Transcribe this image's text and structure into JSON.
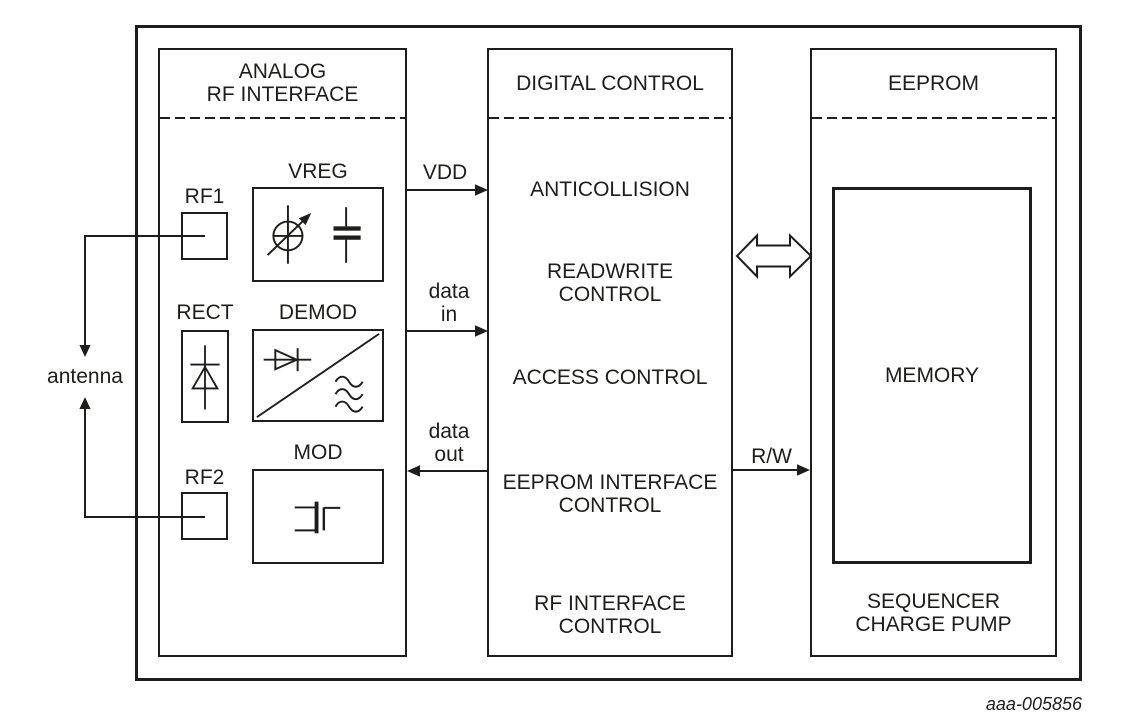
{
  "figure": {
    "caption": "aaa-005856"
  },
  "colors": {
    "ink": "#1d1d1b",
    "background": "#ffffff"
  },
  "blocks": {
    "analog": {
      "title": "ANALOG\nRF INTERFACE",
      "components": {
        "rf1": {
          "label": "RF1"
        },
        "vreg": {
          "label": "VREG"
        },
        "rect": {
          "label": "RECT"
        },
        "demod": {
          "label": "DEMOD"
        },
        "mod": {
          "label": "MOD"
        },
        "rf2": {
          "label": "RF2"
        }
      }
    },
    "digital": {
      "title": "DIGITAL CONTROL",
      "functions": [
        {
          "label": "ANTICOLLISION"
        },
        {
          "label": "READWRITE\nCONTROL"
        },
        {
          "label": "ACCESS CONTROL"
        },
        {
          "label": "EEPROM INTERFACE\nCONTROL"
        },
        {
          "label": "RF INTERFACE\nCONTROL"
        }
      ]
    },
    "eeprom": {
      "title": "EEPROM",
      "memory_label": "MEMORY",
      "footer": "SEQUENCER\nCHARGE PUMP"
    }
  },
  "signals": {
    "vdd": {
      "label": "VDD"
    },
    "data_in": {
      "label": "data\nin"
    },
    "data_out": {
      "label": "data\nout"
    },
    "rw": {
      "label": "R/W"
    },
    "antenna": {
      "label": "antenna"
    }
  },
  "symbols": {
    "vreg": "variable-regulator-with-capacitor",
    "rect": "diode-rectifier",
    "demod": "diode-and-lowpass-filter",
    "mod": "mos-switch",
    "bus": "bidirectional-arrow"
  }
}
